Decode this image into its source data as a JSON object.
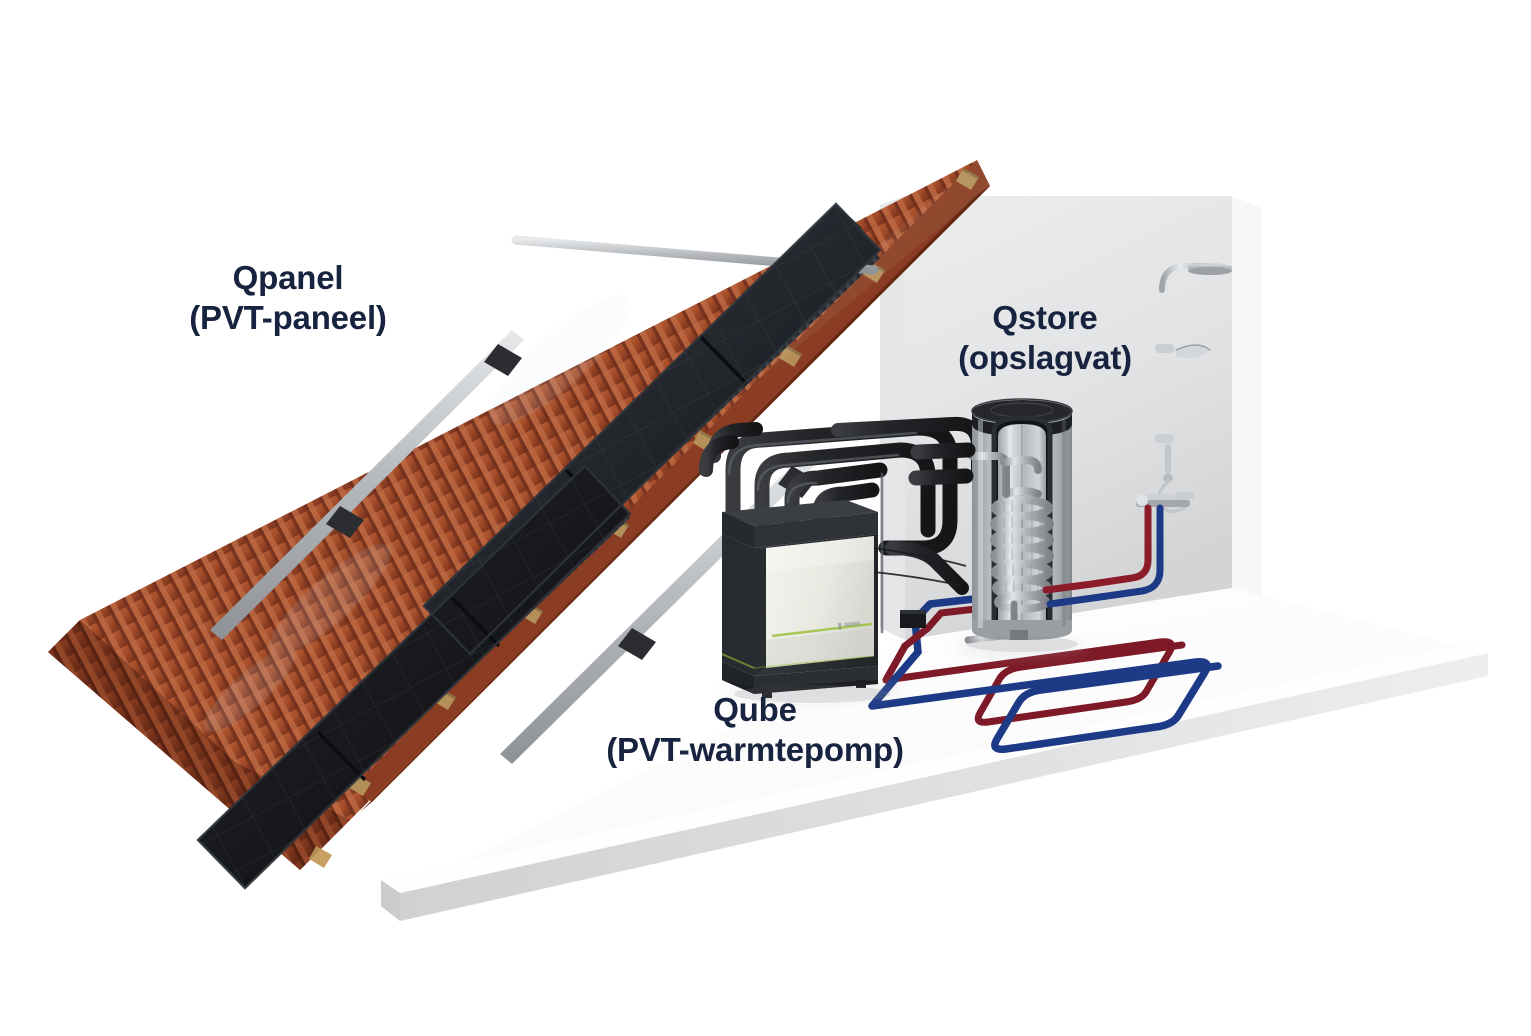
{
  "figure": {
    "kind": "3d-cutaway-illustration",
    "subject": "PVT solar heat pump home system",
    "background_color": "#ffffff",
    "label_color": "#17233f"
  },
  "labels": [
    {
      "id": "qpanel",
      "name": "Qpanel",
      "subtitle": "(PVT-paneel)"
    },
    {
      "id": "qstore",
      "name": "Qstore",
      "subtitle": "(opslagvat)"
    },
    {
      "id": "qube",
      "name": "Qube",
      "subtitle": "(PVT-warmtepomp)"
    }
  ],
  "scene": {
    "roof": {
      "tile_color_light": "#c4613c",
      "tile_color_mid": "#b0502f",
      "tile_color_dark": "#8e3d23",
      "batten_color": "#c9a063"
    },
    "panels": {
      "glass_color": "#23262b",
      "glass_color_dark": "#15171b",
      "rail_color": "#b9bcc0",
      "clamp_color": "#2b2d31",
      "absorber_fin_color": "#3a4049",
      "rows": 2,
      "columns": 3
    },
    "wall": {
      "color_top": "#ebecee",
      "color_bottom": "#d9dadc"
    },
    "floor": {
      "color": "#fdfdfd",
      "edge_color": "#d5d7d9"
    },
    "pipes": {
      "insulated_color": "#1e1f22",
      "hot_color": "#8c1c2a",
      "cold_color": "#1c3a86",
      "count_insulated": 4
    },
    "qube": {
      "body_color": "#2e3136",
      "front_panel_color": "#eeeee7",
      "accent_color": "#9bbf3c",
      "base_color": "#3a3d42"
    },
    "qstore": {
      "jacket_color": "#a9adb1",
      "cap_color": "#25272b",
      "inner_tank_color": "#c9cdd0",
      "coil_color": "#b7bbbe",
      "coil_turns": 9
    },
    "shower": {
      "chrome_color": "#c6cace",
      "parts": [
        "rain-head",
        "riser",
        "handheld",
        "mixer-valve"
      ]
    },
    "underfloor_heating": {
      "hot_loop_color": "#8c1c2a",
      "cold_loop_color": "#1c3a86",
      "loops": 3
    }
  }
}
